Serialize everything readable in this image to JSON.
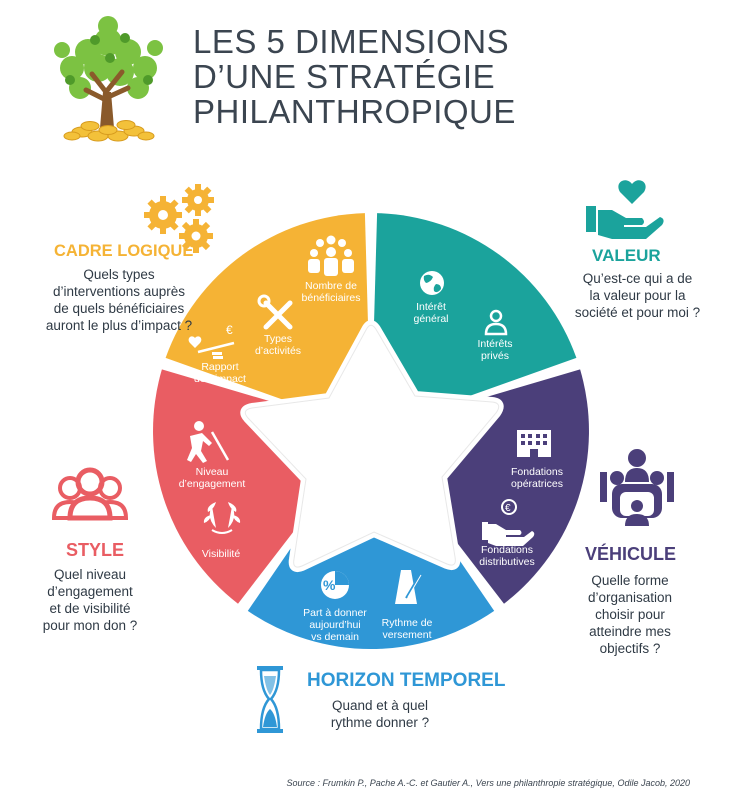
{
  "title": {
    "line1": "LES 5 DIMENSIONS",
    "line2": "D’UNE STRATÉGIE",
    "line3": "PHILANTHROPIQUE"
  },
  "colors": {
    "cadre": "#f5b335",
    "valeur": "#1ba39c",
    "vehicule": "#4b3f7a",
    "horizon": "#2f97d6",
    "style": "#e95d63"
  },
  "dimensions": {
    "cadre": {
      "title": "CADRE LOGIQUE",
      "question": [
        "Quels types",
        "d’interventions auprès",
        "de quels bénéficiaires",
        "auront le plus d’impact ?"
      ],
      "icon": "gears-icon"
    },
    "valeur": {
      "title": "VALEUR",
      "question": [
        "Qu’est-ce qui a de",
        "la valeur pour la",
        "société et pour moi ?"
      ],
      "icon": "heart-hand-icon"
    },
    "vehicule": {
      "title": "VÉHICULE",
      "question": [
        "Quelle forme",
        "d’organisation",
        "choisir pour",
        "atteindre mes",
        "objectifs ?"
      ],
      "icon": "meeting-icon"
    },
    "horizon": {
      "title": "HORIZON TEMPOREL",
      "question": [
        "Quand et à quel",
        "rythme donner ?"
      ],
      "icon": "hourglass-icon"
    },
    "style": {
      "title": "STYLE",
      "question": [
        "Quel niveau",
        "d’engagement",
        "et de visibilité",
        "pour mon don ?"
      ],
      "icon": "people-icon"
    }
  },
  "segments": {
    "cadre": [
      {
        "label": [
          "Nombre de",
          "bénéficiaires"
        ],
        "icon": "crowd-icon"
      },
      {
        "label": [
          "Types",
          "d’activités"
        ],
        "icon": "tools-icon"
      },
      {
        "label": [
          "Rapport",
          "don-impact"
        ],
        "icon": "balance-icon"
      }
    ],
    "valeur": [
      {
        "label": [
          "Intérêt",
          "général"
        ],
        "icon": "globe-icon"
      },
      {
        "label": [
          "Intérêts",
          "privés"
        ],
        "icon": "person-icon"
      }
    ],
    "vehicule": [
      {
        "label": [
          "Fondations",
          "opératrices"
        ],
        "icon": "building-icon"
      },
      {
        "label": [
          "Fondations",
          "distributives"
        ],
        "icon": "euro-hand-icon"
      }
    ],
    "horizon": [
      {
        "label": [
          "Part à donner",
          "aujourd’hui",
          "vs demain"
        ],
        "icon": "percent-pie-icon"
      },
      {
        "label": [
          "Rythme de",
          "versement"
        ],
        "icon": "metronome-icon"
      }
    ],
    "style": [
      {
        "label": [
          "Niveau",
          "d’engagement"
        ],
        "icon": "digging-person-icon"
      },
      {
        "label": [
          "Visibilité"
        ],
        "icon": "laurel-icon"
      }
    ]
  },
  "source": "Source : Frumkin P., Pache A.-C. et Gautier A., Vers une philanthropie stratégique, Odile Jacob, 2020",
  "tree_icon": "money-tree-icon"
}
